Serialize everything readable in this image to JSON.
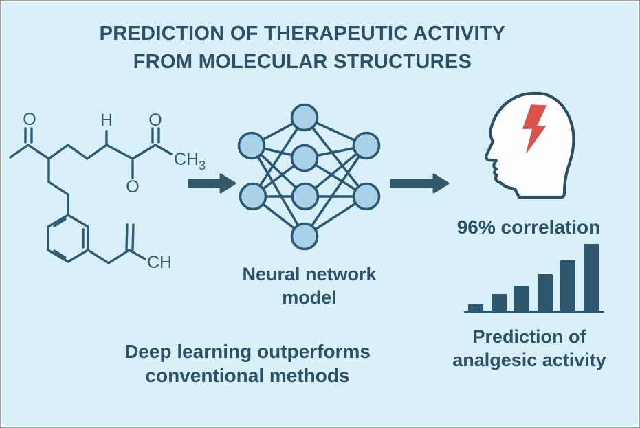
{
  "colors": {
    "background": "#d9f0f8",
    "ink": "#2b5068",
    "molecule_stroke": "#2e5a74",
    "network_stroke": "#2b5876",
    "node_fill": "#a8d2e8",
    "arrow": "#33596e",
    "bolt_red": "#d9534b",
    "head_fill": "#fdfeff",
    "bar_color": "#2e566d"
  },
  "title": {
    "line1": "PREDICTION OF THERAPEUTIC ACTIVITY",
    "line2": "FROM MOLECULAR STRUCTURES"
  },
  "molecule": {
    "icon": "molecular-structure",
    "atom_labels": {
      "o_acetyl": "O",
      "h": "H",
      "o_ketone": "O",
      "ch3_main": "CH",
      "ch3_sub": "3",
      "o_hydroxyl": "O",
      "ch_vinyl": "CH"
    }
  },
  "network": {
    "icon": "neural-network",
    "layers": [
      2,
      4,
      2
    ],
    "caption_line1": "Neural network",
    "caption_line2": "model"
  },
  "arrows": {
    "left_icon": "right-arrow",
    "right_icon": "right-arrow"
  },
  "results": {
    "head_icon": "human-head-profile",
    "bolt_icon": "lightning-bolt",
    "correlation_label": "96% correlation",
    "bar_chart": {
      "type": "bar",
      "icon": "ascending-bar-chart",
      "values": [
        10,
        25,
        37,
        54,
        74,
        98
      ]
    },
    "prediction_line1": "Prediction of",
    "prediction_line2": "analgesic activity"
  },
  "footer": {
    "line1": "Deep learning outperforms",
    "line2": "conventional methods"
  }
}
